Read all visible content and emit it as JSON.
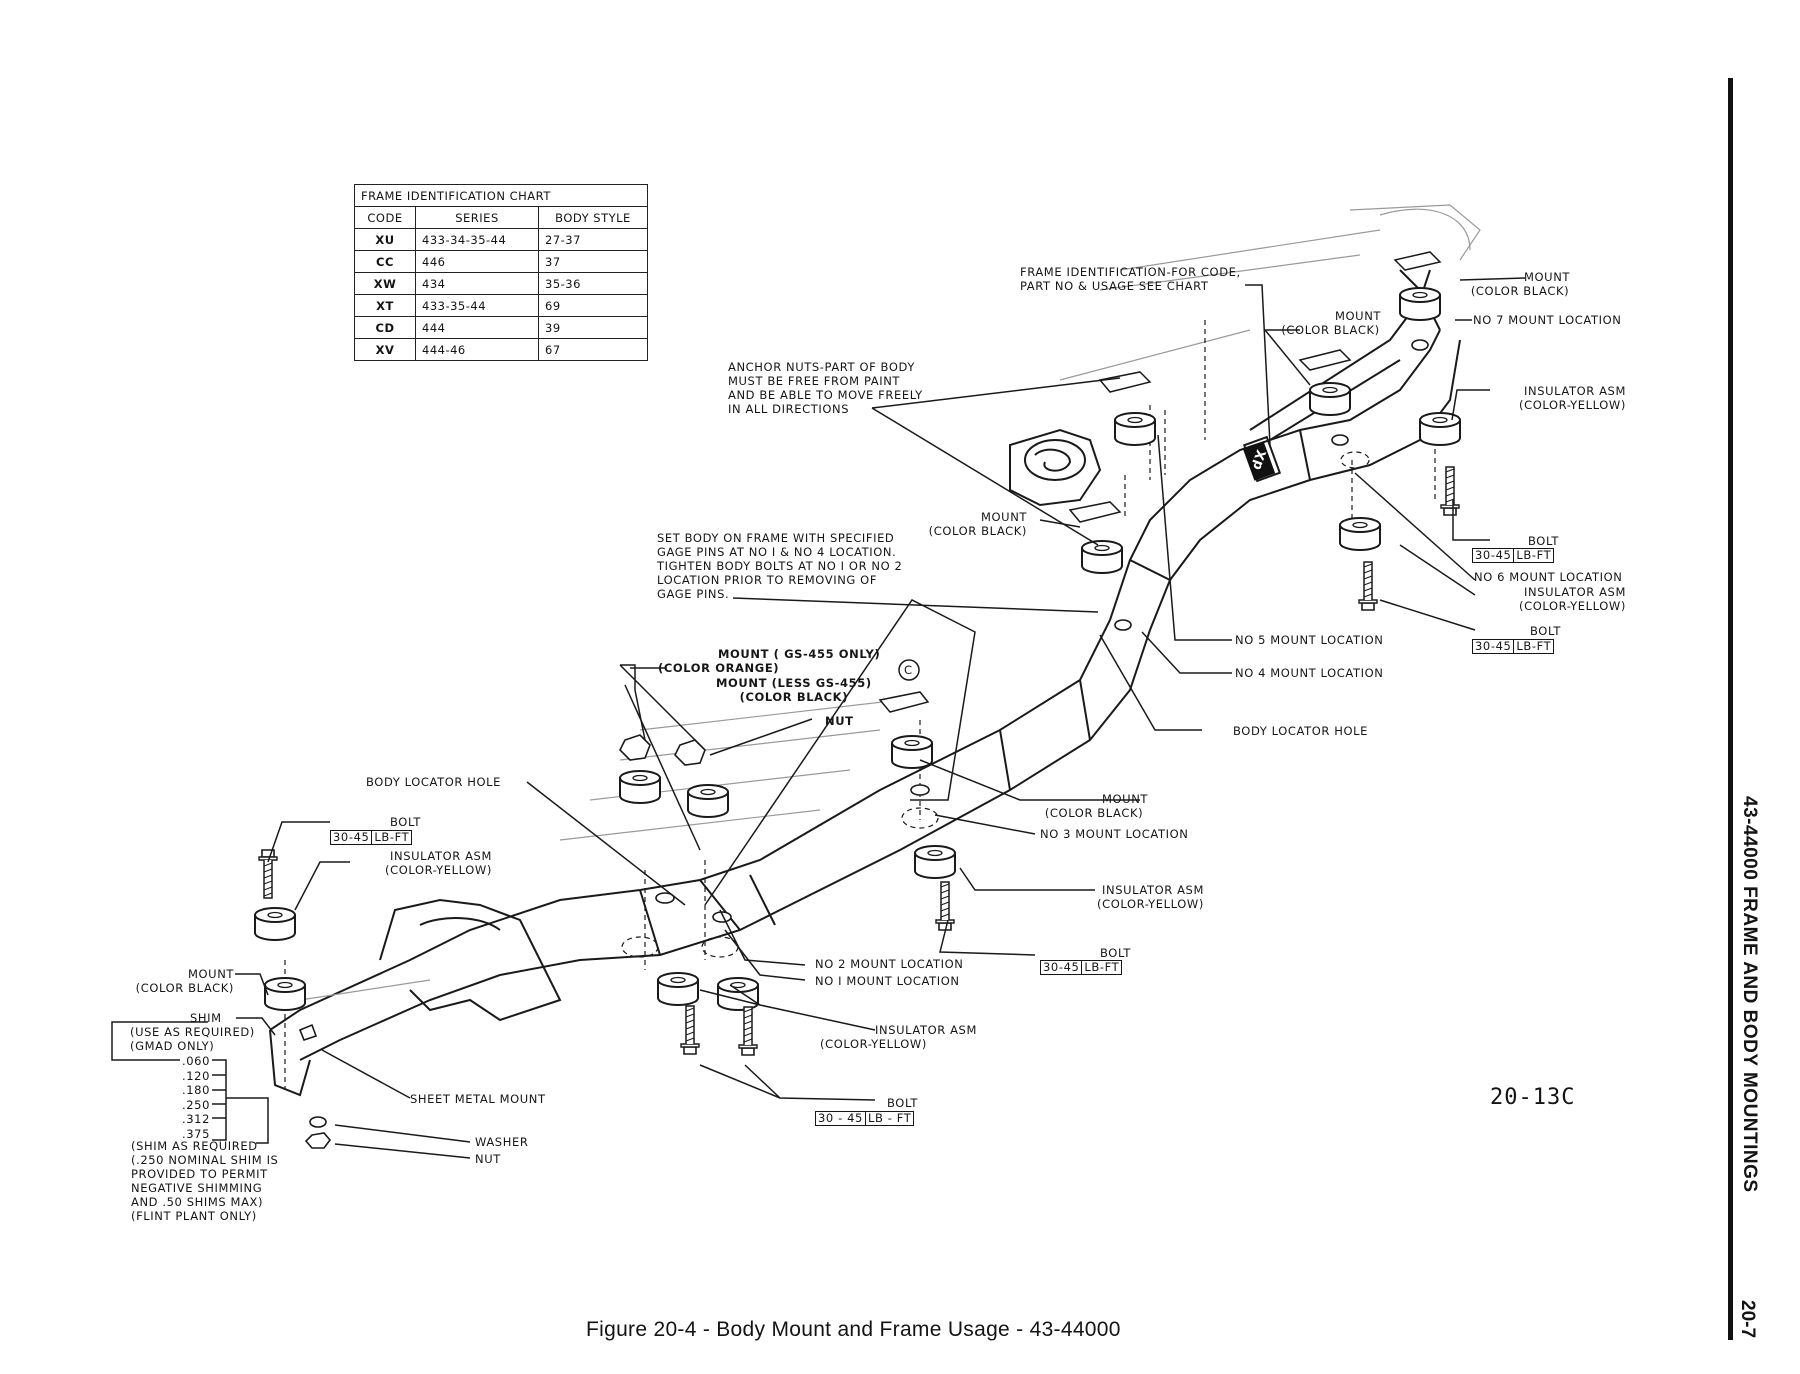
{
  "table": {
    "title": "FRAME IDENTIFICATION CHART",
    "headers": [
      "CODE",
      "SERIES",
      "BODY STYLE"
    ],
    "rows": [
      [
        "XU",
        "433-34-35-44",
        "27-37"
      ],
      [
        "CC",
        "446",
        "37"
      ],
      [
        "XW",
        "434",
        "35-36"
      ],
      [
        "XT",
        "433-35-44",
        "69"
      ],
      [
        "CD",
        "444",
        "39"
      ],
      [
        "XV",
        "444-46",
        "67"
      ]
    ]
  },
  "labels": {
    "frame_id": [
      "FRAME IDENTIFICATION-FOR CODE,",
      "PART NO & USAGE SEE CHART"
    ],
    "mount_top_right": [
      "MOUNT",
      "(COLOR BLACK)"
    ],
    "mount_top_mid": [
      "MOUNT",
      "(COLOR BLACK)"
    ],
    "no7": "NO 7 MOUNT LOCATION",
    "insulator_top": [
      "INSULATOR ASM",
      "(COLOR-YELLOW)"
    ],
    "anchor_nuts": [
      "ANCHOR NUTS-PART OF BODY",
      "MUST BE FREE FROM PAINT",
      "AND BE ABLE TO MOVE FREELY",
      "IN ALL DIRECTIONS"
    ],
    "mount_mid": [
      "MOUNT",
      "(COLOR BLACK)"
    ],
    "set_body": [
      "SET BODY ON FRAME WITH SPECIFIED",
      "GAGE PINS AT NO I & NO 4 LOCATION.",
      "TIGHTEN BODY BOLTS AT NO I OR NO 2",
      "LOCATION PRIOR TO REMOVING OF",
      "GAGE PINS."
    ],
    "bolt_r1": "BOLT",
    "no6": "NO 6 MOUNT LOCATION",
    "insulator_r2": [
      "INSULATOR ASM",
      "(COLOR-YELLOW)"
    ],
    "bolt_r2": "BOLT",
    "no5": "NO 5 MOUNT LOCATION",
    "no4": "NO 4 MOUNT LOCATION",
    "mount_gs455": [
      "MOUNT ( GS-455 ONLY)",
      "(COLOR ORANGE)"
    ],
    "mount_less_gs455": [
      "MOUNT (LESS GS-455)",
      "(COLOR BLACK)"
    ],
    "circle_c": "C",
    "nut_mid": "NUT",
    "body_locator_right": "BODY LOCATOR HOLE",
    "body_locator_left": "BODY LOCATOR HOLE",
    "mount_no3": [
      "MOUNT",
      "(COLOR BLACK)"
    ],
    "no3": "NO 3 MOUNT LOCATION",
    "bolt_left": "BOLT",
    "insulator_left": [
      "INSULATOR ASM",
      "(COLOR-YELLOW)"
    ],
    "insulator_no3": [
      "INSULATOR ASM",
      "(COLOR-YELLOW)"
    ],
    "bolt_no3": "BOLT",
    "mount_left": [
      "MOUNT",
      "(COLOR BLACK)"
    ],
    "no2": "NO 2 MOUNT LOCATION",
    "no1": "NO I MOUNT LOCATION",
    "shim": [
      "SHIM",
      "(USE AS REQUIRED)",
      "(GMAD ONLY)"
    ],
    "shim_sizes": [
      ".060",
      ".120",
      ".180",
      ".250",
      ".312",
      ".375"
    ],
    "insulator_bottom": [
      "INSULATOR ASM",
      "(COLOR-YELLOW)"
    ],
    "sheet_metal": "SHEET METAL MOUNT",
    "bolt_bottom": "BOLT",
    "washer": "WASHER",
    "nut_bottom": "NUT",
    "shim_note": [
      "(SHIM AS REQUIRED",
      "(.250 NOMINAL SHIM IS",
      "PROVIDED TO PERMIT",
      "NEGATIVE SHIMMING",
      "AND .50 SHIMS MAX)",
      "(FLINT PLANT ONLY)"
    ],
    "frame_mark": "dX"
  },
  "torque": {
    "r1": [
      "30-45",
      "LB-FT"
    ],
    "r2": [
      "30-45",
      "LB-FT"
    ],
    "left": [
      "30-45",
      "LB-FT"
    ],
    "no3": [
      "30-45",
      "LB-FT"
    ],
    "bottom": [
      "30 - 45",
      "LB - FT"
    ]
  },
  "figure_code": "20-13C",
  "caption": "Figure 20-4 - Body Mount and Frame Usage - 43-44000",
  "section_title": "43-44000 FRAME AND BODY MOUNTINGS",
  "page_number": "20-7"
}
